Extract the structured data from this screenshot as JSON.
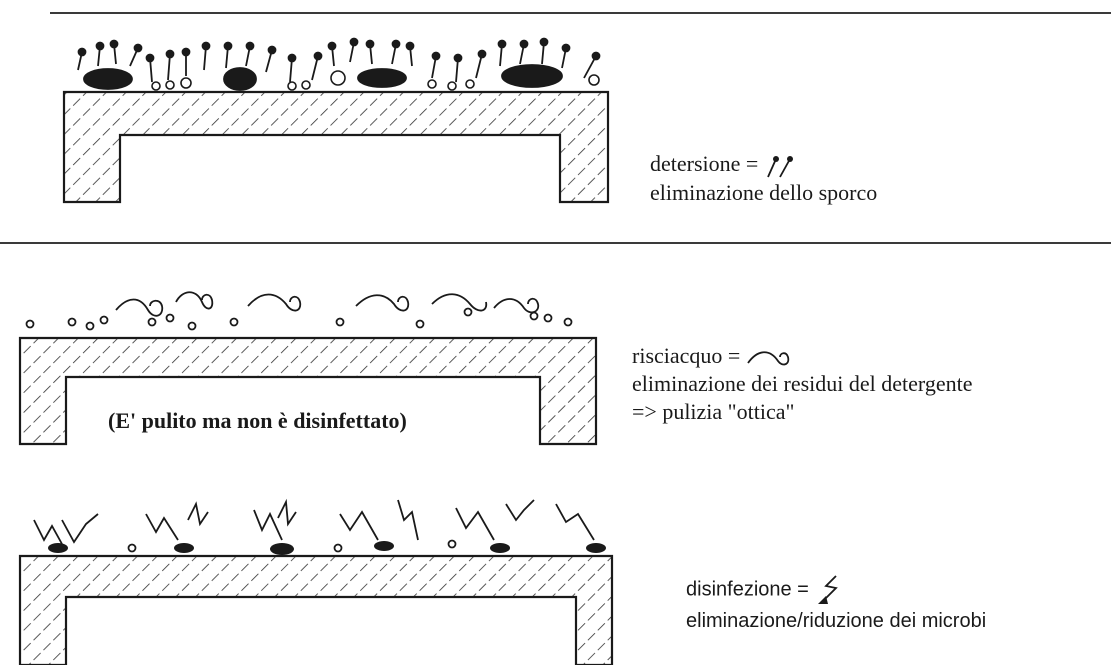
{
  "panels": [
    {
      "id": "detersione",
      "caption_line1": "detersione =",
      "caption_line2": "eliminazione dello sporco",
      "icon": "surfactant-molecule-icon"
    },
    {
      "id": "risciacquo",
      "caption_line1": "risciacquo =",
      "caption_line2": "eliminazione dei residui del detergente",
      "caption_line3": "=> pulizia \"ottica\"",
      "note": "(E' pulito ma non è disinfettato)",
      "icon": "water-wave-icon"
    },
    {
      "id": "disinfezione",
      "caption_line1": "disinfezione =",
      "caption_line2": "eliminazione/riduzione dei microbi",
      "icon": "lightning-arrow-icon"
    }
  ],
  "colors": {
    "ink": "#1a1a1a",
    "rule": "#3a3a3a",
    "background": "#ffffff"
  }
}
